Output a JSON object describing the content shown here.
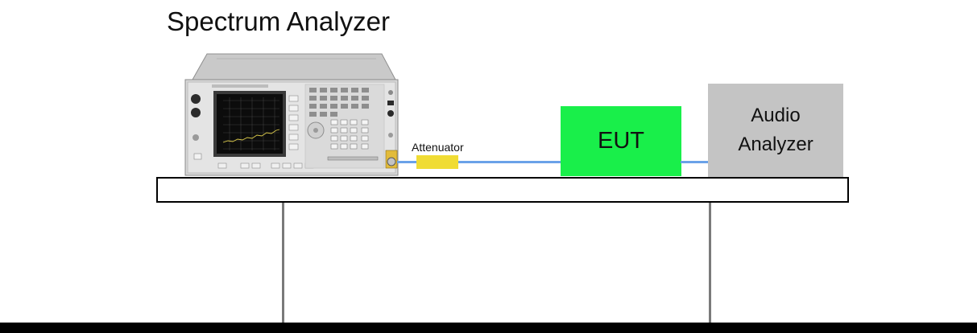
{
  "title": "Spectrum Analyzer",
  "attenuator_label": "Attenuator",
  "eut_label": "EUT",
  "audio_analyzer": {
    "line1": "Audio",
    "line2": "Analyzer"
  },
  "colors": {
    "eut": "#19ef4a",
    "audio_analyzer": "#c4c4c4",
    "attenuator": "#f0dc34",
    "cable": "#6aa2e8"
  }
}
